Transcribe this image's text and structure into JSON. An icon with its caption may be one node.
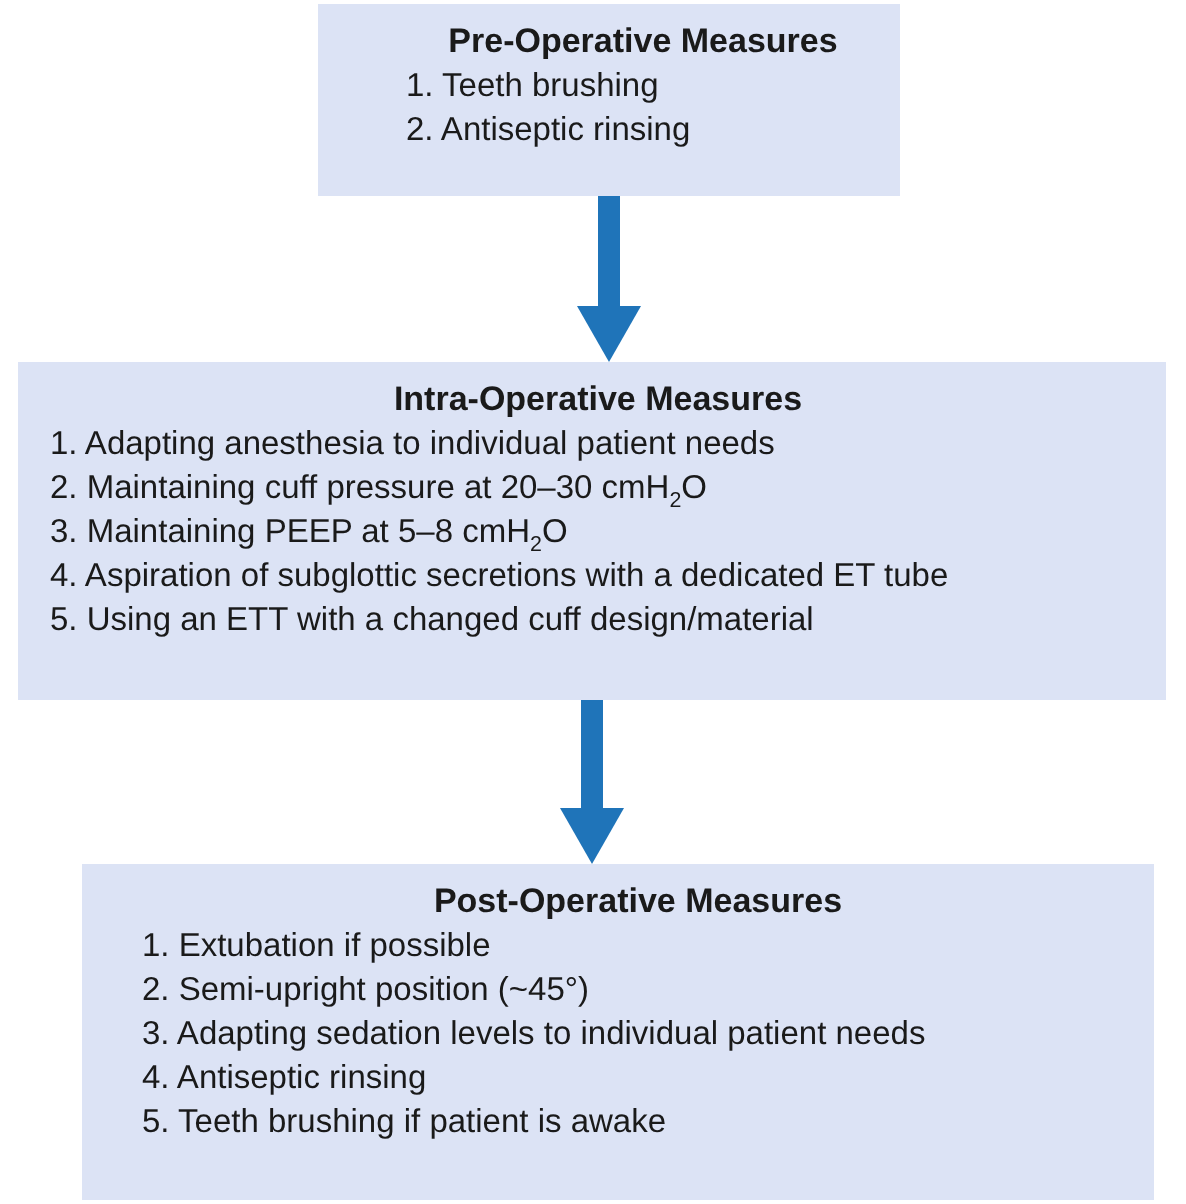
{
  "diagram": {
    "nodes": [
      {
        "text": [
          "Pre-Operative Measures",
          "1. Teeth brushing",
          "2. Antiseptic rinsing"
        ]
      },
      {
        "text": [
          "Intra-Operative Measures",
          "1. Adapting anesthesia to individual patient needs",
          "2. Maintaining cuff pressure at 20–30 cmH$_{2}$O",
          "3. Maintaining PEEP at 5–8 cmH$_{2}$O",
          "4. Aspiration of subglottic secretions with a dedicated ET tube",
          "5. Using an ETT with a changed cuff design/material"
        ]
      },
      {
        "text": [
          "Post-Operative Measures",
          "1. Extubation if possible",
          "2. Semi-upright position (~45°)",
          "3. Adapting sedation levels to individual patient needs",
          "4. Antiseptic rinsing",
          "5. Teeth brushing if patient is awake"
        ]
      }
    ],
    "edges": [
      {
        "from": 0,
        "to": 1,
        "arrow": "to"
      },
      {
        "from": 1,
        "to": 2,
        "arrow": "to"
      }
    ]
  }
}
